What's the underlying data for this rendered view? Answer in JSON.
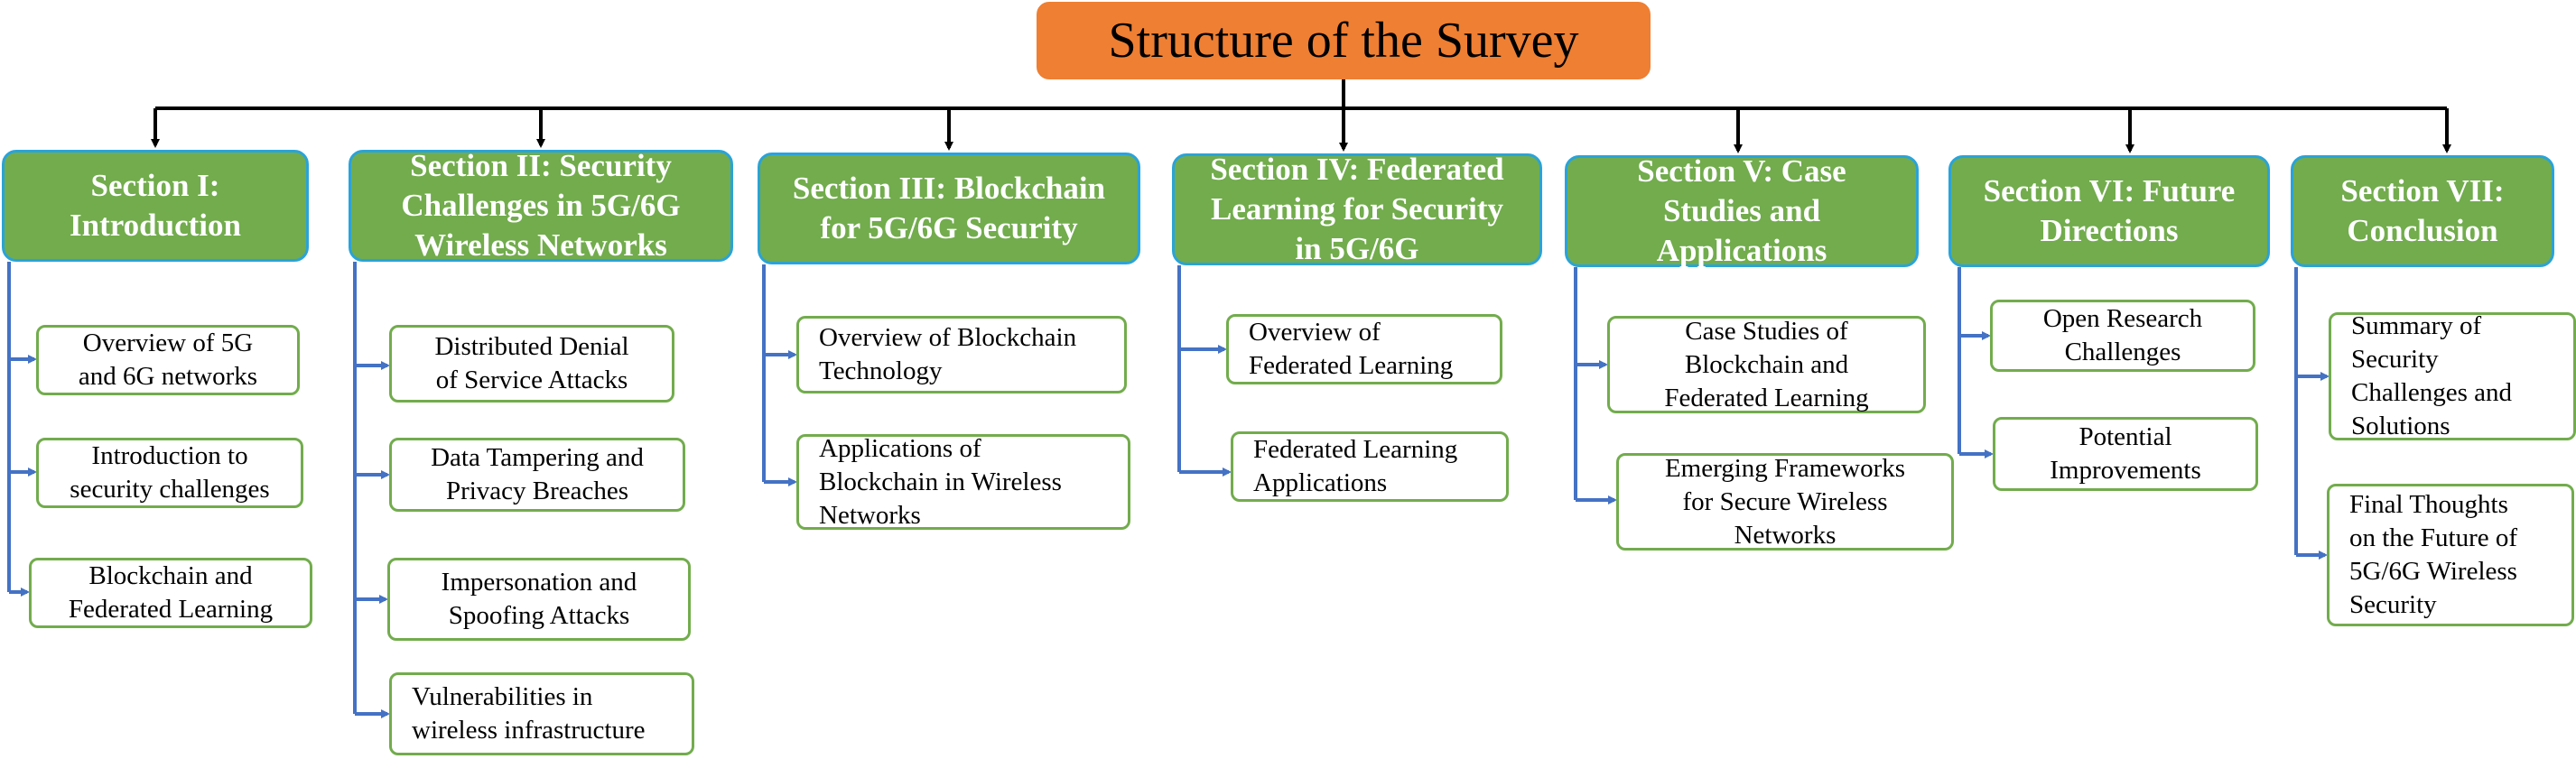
{
  "title": "Structure of  the Survey",
  "colors": {
    "root": "#ee7f33",
    "section_fill": "#72ac4d",
    "section_border": "#2aa3d8",
    "item_border": "#72ac4d",
    "branch_line": "#4472c4",
    "main_line": "#000000"
  },
  "sections": [
    {
      "label": "Section I:\nIntroduction",
      "items": [
        "Overview of 5G\nand 6G networks",
        "Introduction to\nsecurity challenges",
        "Blockchain and\nFederated Learning"
      ]
    },
    {
      "label": "Section II: Security\nChallenges in 5G/6G\nWireless Networks",
      "items": [
        "Distributed Denial\nof Service  Attacks",
        "Data Tampering and\nPrivacy Breaches",
        "Impersonation and\nSpoofing Attacks",
        "Vulnerabilities in\nwireless infrastructure"
      ]
    },
    {
      "label": "Section III: Blockchain\nfor 5G/6G Security",
      "items": [
        "Overview of Blockchain\nTechnology",
        "Applications of\nBlockchain in Wireless\nNetworks"
      ]
    },
    {
      "label": "Section IV: Federated\nLearning for Security\nin 5G/6G",
      "items": [
        "Overview of\nFederated Learning",
        "Federated Learning\nApplications"
      ]
    },
    {
      "label": "Section V: Case\nStudies and\nApplications",
      "items": [
        "Case Studies of\nBlockchain and\nFederated Learning",
        "Emerging Frameworks\nfor Secure Wireless\nNetworks"
      ]
    },
    {
      "label": "Section VI: Future\nDirections",
      "items": [
        "Open Research\nChallenges",
        "Potential\nImprovements"
      ]
    },
    {
      "label": "Section VII:\nConclusion",
      "items": [
        "Summary of\nSecurity\nChallenges and\nSolutions",
        "Final Thoughts\non the Future of\n5G/6G Wireless\nSecurity"
      ]
    }
  ]
}
